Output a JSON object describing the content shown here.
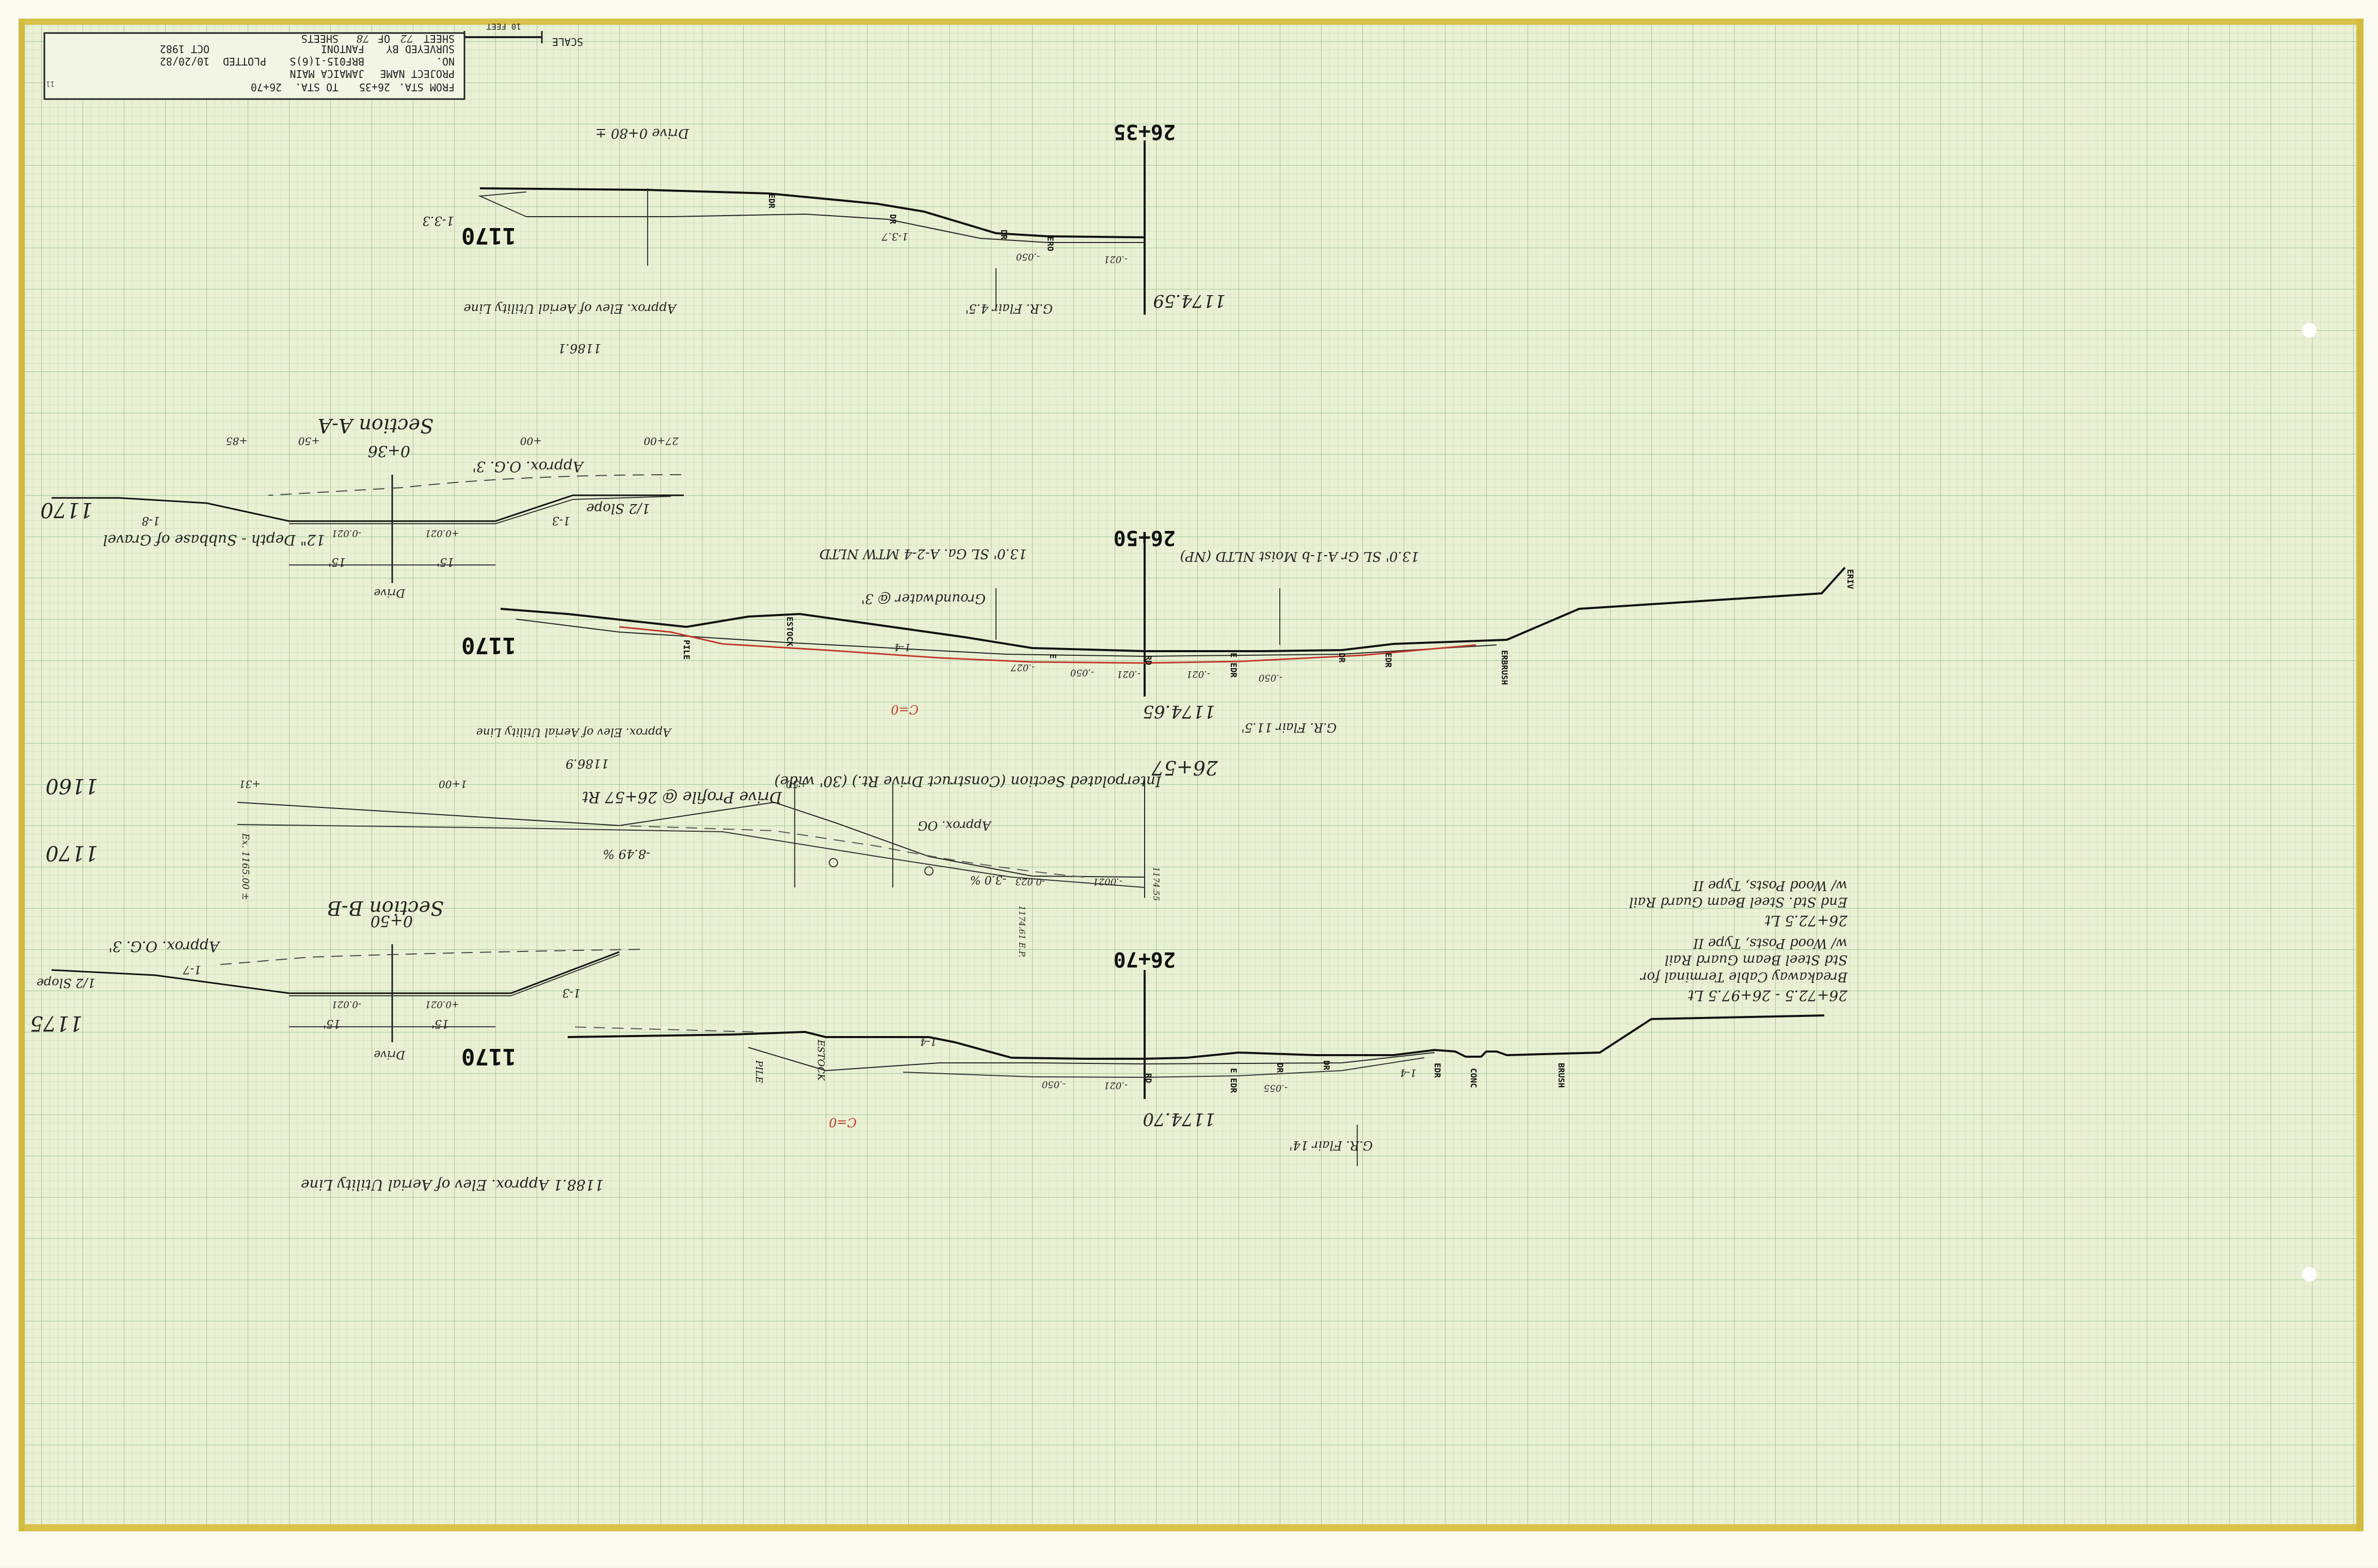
{
  "title_block": {
    "from_sta": "FROM STA.",
    "from_val": "26+35",
    "to_sta": "TO STA.",
    "to_val": "26+70",
    "project_name_label": "PROJECT NAME",
    "project_name": "JAMAICA MAIN",
    "no_label": "NO.",
    "project_no": "BRF015-1(6)S",
    "surveyed_by_label": "SURVEYED BY",
    "surveyed_by": "FANTONI",
    "plotted_label": "PLOTTED",
    "plotted_date": "10/20/82",
    "date": "OCT 1982",
    "sheet_label": "SHEET",
    "sheet_no": "72",
    "of_label": "OF",
    "sheet_total": "78",
    "sheets_label": "SHEETS",
    "scale_label": "SCALE",
    "scale_value": "10 FEET",
    "corner_mark": "11"
  },
  "sections": [
    {
      "station": "26+35",
      "datum": "1170",
      "centerline_elev": "1174.59",
      "labels": [
        "EDR",
        "DR",
        "DR",
        "ERO",
        "1-3.7",
        "-.050",
        "-.021",
        "1-3.3"
      ],
      "notes": [
        "Drive 0+80 ±",
        "Approx. Elev of Aerial Utility Line",
        "1186.1",
        "G.R. Flair 4.5'"
      ]
    },
    {
      "station": "26+50",
      "datum": "1170",
      "centerline_elev": "1174.65",
      "labels": [
        "PILE",
        "ESTOCK",
        "E",
        "RD",
        "E EDR",
        "DR",
        "EDR",
        "ERBRUSH",
        "ERIV",
        "1-4",
        "-.050",
        "-.021",
        "-.021",
        "-.050",
        "-.027"
      ],
      "notes": [
        "13.0' SL Ga. A-2-4 MTW NLTD",
        "13.0' SL Gr A-1-b Moist NLTD (NP)",
        "Groundwater @ 3'",
        "G.R. Flair 11.5'",
        "C=0",
        "1186.9",
        "Approx. Elev of Aerial Utility Line"
      ]
    },
    {
      "station": "26+70",
      "datum": "1170",
      "centerline_elev": "1174.70",
      "labels": [
        "PILE",
        "ESTOCK",
        "1-4",
        "RD",
        "E EDR",
        "DR",
        "DR",
        "EDR",
        "CONC",
        "BRUSH",
        "-.050",
        "-.021",
        "-.055",
        "1-4"
      ],
      "notes": [
        "G.R. Flair 14'",
        "C=0",
        "1188.1 Approx. Elev of Aerial Utility Line"
      ]
    }
  ],
  "section_aa": {
    "title": "Section A-A",
    "station": "0+36",
    "approx_og": "Approx. O.G. 3'",
    "datum": "1170",
    "slopes": [
      "1-8",
      "1-3",
      "+0.021",
      "-0.021"
    ],
    "dims": [
      "15'",
      "15'"
    ],
    "notes": [
      "1/2 Slope",
      "12\" Depth - Subbase of Gravel",
      "Drive"
    ],
    "stations": [
      "27+00",
      "+50",
      "+85",
      "+00"
    ]
  },
  "section_bb": {
    "title": "Section B-B",
    "station": "0+50",
    "approx_og": "Approx. O.G. 3'",
    "datum": "1175",
    "slopes": [
      "1-7",
      "1-3",
      "+0.021",
      "-0.021"
    ],
    "dims": [
      "15'",
      "15'"
    ],
    "notes": [
      "1/2 Slope",
      "Drive"
    ]
  },
  "drive_profile": {
    "title": "Drive Profile @ 26+57 Rt",
    "subtitle": "Interpolated Section (Construct Drive Rt.) (30' wide)",
    "station": "26+57",
    "datums": [
      "1160",
      "1170"
    ],
    "stations": [
      "+31",
      "1+00",
      "+50"
    ],
    "grades": [
      "-8.49 %",
      "-3.0 %",
      "-0.023",
      "-.0021"
    ],
    "elevations": [
      "1174.55",
      "1174.61 E.P.",
      "Ex. 1165.00 ±"
    ],
    "notes": [
      "Approx. OG",
      "1186.9 Approx. Elev of Aerial Utility Line"
    ]
  },
  "guardrail_notes": [
    "26+72.5 - 26+97.5 Lt",
    "Breakaway Cable Terminal for",
    "Std Steel Beam Guard Rail",
    "w/ Wood Posts, Type II",
    "26+72.5 Lt",
    "End Std. Steel Beam Guard Rail",
    "w/ Wood Posts, Type II"
  ]
}
